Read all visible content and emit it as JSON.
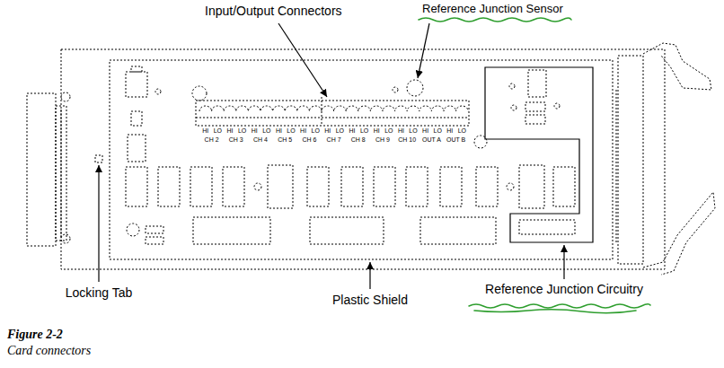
{
  "diagram": {
    "labels": [
      "Input/Output Connectors",
      "Reference Junction Sensor",
      "HI",
      "LO",
      "HI",
      "LO",
      "HI",
      "LO",
      "HI",
      "LO",
      "HI",
      "LO",
      "HI",
      "LO",
      "HI",
      "LO",
      "HI",
      "LO",
      "HI",
      "LO",
      "HI",
      "LO",
      "HI",
      "LO",
      "CH 2",
      "CH 3",
      "CH 4",
      "CH 5",
      "CH 6",
      "CH 7",
      "CH 8",
      "CH 9",
      "CH 10",
      "OUT A",
      "OUT B",
      "Locking Tab",
      "Plastic Shield",
      "Reference Junction Circuitry",
      "Figure 2-2",
      "Card connectors"
    ]
  }
}
